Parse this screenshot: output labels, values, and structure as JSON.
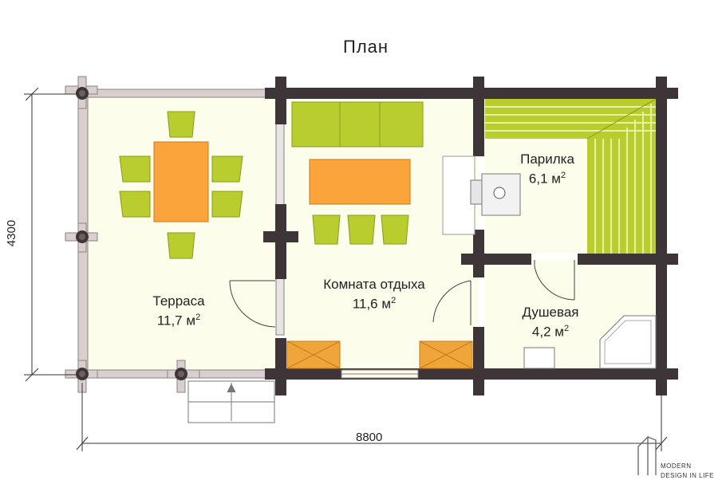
{
  "title": "План",
  "rooms": [
    {
      "name": "Терраса",
      "area": "11,7 м",
      "sup": "2"
    },
    {
      "name": "Комната отдыха",
      "area": "11,6 м",
      "sup": "2"
    },
    {
      "name": "Парилка",
      "area": "6,1 м",
      "sup": "2"
    },
    {
      "name": "Душевая",
      "area": "4,2 м",
      "sup": "2"
    }
  ],
  "dimensions": {
    "height": "4300",
    "width": "8800"
  },
  "logo": {
    "line1": "MODERN",
    "line2": "DESIGN IN LIFE"
  },
  "colors": {
    "wall": "#3d3537",
    "terrace_wall": "#d9cfcf",
    "floor": "#fdfdeb",
    "furniture_green": "#b9cd2e",
    "table_orange": "#fca43c",
    "window": "#f0a53a"
  }
}
